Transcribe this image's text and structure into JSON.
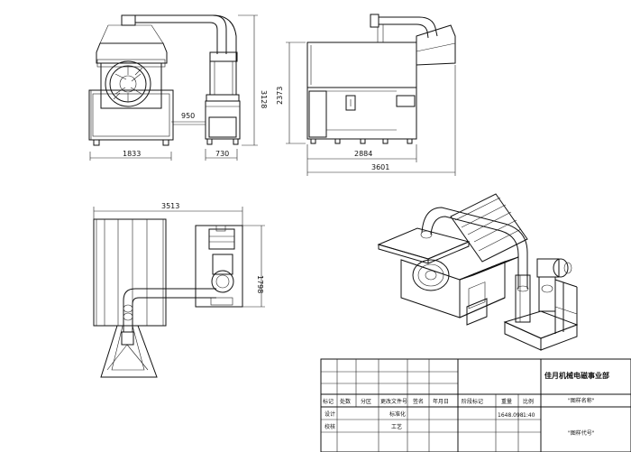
{
  "dimensions": {
    "front_width": "1833",
    "duct_offset": "950",
    "filter_width": "730",
    "front_height": "3128",
    "side_height": "2373",
    "side_inner_width": "2884",
    "side_total_width": "3601",
    "top_width": "3513",
    "top_depth": "1798"
  },
  "title_block": {
    "company": "佳月机械电磁事业部",
    "drawing_name": "\"图样名称\"",
    "drawing_code": "\"图样代号\"",
    "mass_value": "1648.098",
    "scale_value": "1:40",
    "headers": {
      "mark": "标记",
      "count": "处数",
      "zone": "分区",
      "change_doc": "更改文件号",
      "sign": "签名",
      "date": "年月日",
      "stage": "阶段标记",
      "mass": "重量",
      "scale": "比例"
    },
    "rows": {
      "design": "设计",
      "standardize": "标准化",
      "check": "校核",
      "process": "工艺"
    }
  }
}
